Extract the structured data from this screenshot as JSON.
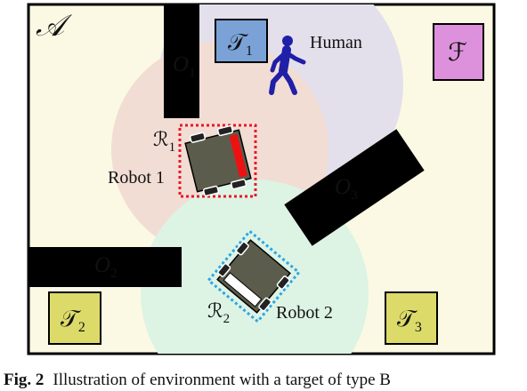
{
  "colors": {
    "arena_fill": "#fbf9e3",
    "zone_human": "#e3e0ec",
    "zone_robot1": "#f2ddd4",
    "zone_robot2": "#ddf3e4",
    "obstacle": "#000000",
    "target1_fill": "#7aa2d6",
    "target23_fill": "#dcdb6a",
    "goal_fill": "#dd91dc",
    "human": "#1f1fa8",
    "robot_body": "#5c5c4c",
    "robot1_box": "#e8182a",
    "robot2_box": "#2aa6e6",
    "robot1_marker": "#ee1111"
  },
  "labels": {
    "arena": "𝒜",
    "obstacle1": "O",
    "obstacle1_sub": "1",
    "obstacle2": "O",
    "obstacle2_sub": "2",
    "obstacle3": "O",
    "obstacle3_sub": "3",
    "target1": "𝒯",
    "target1_sub": "1",
    "target2": "𝒯",
    "target2_sub": "2",
    "target3": "𝒯",
    "target3_sub": "3",
    "goal": "ℱ",
    "human": "Human",
    "robot1": "Robot 1",
    "robot2": "Robot 2",
    "robot1_region": "ℛ",
    "robot1_region_sub": "1",
    "robot2_region": "ℛ",
    "robot2_region_sub": "2"
  },
  "icons": {
    "human": "walking-person-icon"
  },
  "caption": {
    "fig": "Fig. 2",
    "text": "Illustration of environment with a target of type B"
  }
}
